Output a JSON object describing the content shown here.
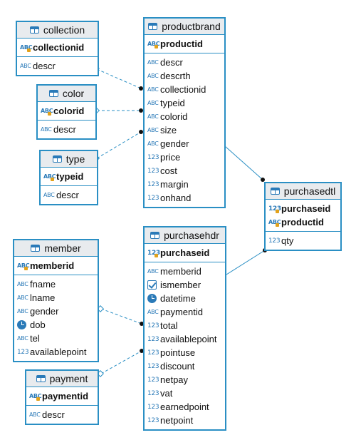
{
  "entities": {
    "collection": {
      "title": "collection",
      "pk": [
        {
          "name": "collectionid",
          "type": "abc-key"
        }
      ],
      "cols": [
        {
          "name": "descr",
          "type": "abc"
        }
      ]
    },
    "color": {
      "title": "color",
      "pk": [
        {
          "name": "colorid",
          "type": "abc-key"
        }
      ],
      "cols": [
        {
          "name": "descr",
          "type": "abc"
        }
      ]
    },
    "type": {
      "title": "type",
      "pk": [
        {
          "name": "typeid",
          "type": "abc-key"
        }
      ],
      "cols": [
        {
          "name": "descr",
          "type": "abc"
        }
      ]
    },
    "productbrand": {
      "title": "productbrand",
      "pk": [
        {
          "name": "productid",
          "type": "abc-key"
        }
      ],
      "cols": [
        {
          "name": "descr",
          "type": "abc"
        },
        {
          "name": "descrth",
          "type": "abc"
        },
        {
          "name": "collectionid",
          "type": "abc"
        },
        {
          "name": "typeid",
          "type": "abc"
        },
        {
          "name": "colorid",
          "type": "abc"
        },
        {
          "name": "size",
          "type": "abc"
        },
        {
          "name": "gender",
          "type": "abc"
        },
        {
          "name": "price",
          "type": "num"
        },
        {
          "name": "cost",
          "type": "num"
        },
        {
          "name": "margin",
          "type": "num"
        },
        {
          "name": "onhand",
          "type": "num"
        }
      ]
    },
    "purchasedtl": {
      "title": "purchasedtl",
      "pk": [
        {
          "name": "purchaseid",
          "type": "num-key"
        },
        {
          "name": "productid",
          "type": "abc-key"
        }
      ],
      "cols": [
        {
          "name": "qty",
          "type": "num"
        }
      ]
    },
    "member": {
      "title": "member",
      "pk": [
        {
          "name": "memberid",
          "type": "abc-key"
        }
      ],
      "cols": [
        {
          "name": "fname",
          "type": "abc"
        },
        {
          "name": "lname",
          "type": "abc"
        },
        {
          "name": "gender",
          "type": "abc"
        },
        {
          "name": "dob",
          "type": "clock"
        },
        {
          "name": "tel",
          "type": "abc"
        },
        {
          "name": "availablepoint",
          "type": "num"
        }
      ]
    },
    "purchasehdr": {
      "title": "purchasehdr",
      "pk": [
        {
          "name": "purchaseid",
          "type": "num-key"
        }
      ],
      "cols": [
        {
          "name": "memberid",
          "type": "abc"
        },
        {
          "name": "ismember",
          "type": "check"
        },
        {
          "name": "datetime",
          "type": "clock"
        },
        {
          "name": "paymentid",
          "type": "abc"
        },
        {
          "name": "total",
          "type": "num"
        },
        {
          "name": "availablepoint",
          "type": "num"
        },
        {
          "name": "pointuse",
          "type": "num"
        },
        {
          "name": "discount",
          "type": "num"
        },
        {
          "name": "netpay",
          "type": "num"
        },
        {
          "name": "vat",
          "type": "num"
        },
        {
          "name": "earnedpoint",
          "type": "num"
        },
        {
          "name": "netpoint",
          "type": "num"
        }
      ]
    },
    "payment": {
      "title": "payment",
      "pk": [
        {
          "name": "paymentid",
          "type": "abc-key"
        }
      ],
      "cols": [
        {
          "name": "descr",
          "type": "abc"
        }
      ]
    }
  },
  "type_glyphs": {
    "abc": "ABC",
    "abc-key": "ABC",
    "num": "123",
    "num-key": "123"
  },
  "relationships": [
    {
      "from": "collection",
      "to": "productbrand.collectionid",
      "style": "dashed"
    },
    {
      "from": "color",
      "to": "productbrand.colorid",
      "style": "dashed"
    },
    {
      "from": "type",
      "to": "productbrand.typeid",
      "style": "dashed"
    },
    {
      "from": "productbrand",
      "to": "purchasedtl",
      "style": "solid"
    },
    {
      "from": "purchasehdr",
      "to": "purchasedtl",
      "style": "solid"
    },
    {
      "from": "member",
      "to": "purchasehdr.memberid",
      "style": "dashed"
    },
    {
      "from": "payment",
      "to": "purchasehdr.paymentid",
      "style": "dashed"
    }
  ],
  "colors": {
    "border": "#2a8fc4",
    "header_bg": "#e8ebee",
    "line": "#2a8fc4",
    "key": "#e3a21a"
  }
}
